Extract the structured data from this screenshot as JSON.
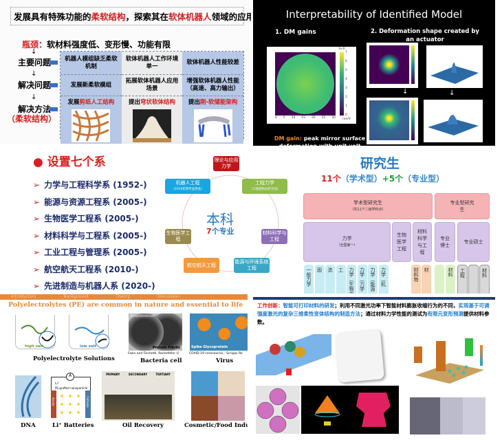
{
  "p1": {
    "title_parts": [
      "发展具有特殊功能的",
      "柔软结构",
      "，探索其在",
      "软体机器人",
      "领域的应用。"
    ],
    "bottleneck_label": "瓶颈：",
    "bottleneck_text": "软材料强度低、变形慢、功能有限",
    "rows": [
      "主要问题",
      "解决问题",
      "解决方法"
    ],
    "method_sub": "（柔软结构）",
    "problems": [
      "机器人模组缺乏柔软机制",
      "软体机器人工作环境单一",
      "软体机器人性能较差"
    ],
    "solutions": [
      "发展新柔软模组",
      "拓展软体机器人应用场景",
      "增强软体机器人性能（高速、高力输出）"
    ],
    "methods": [
      {
        "pre": "发展",
        "hl": "剪纸人工结构"
      },
      {
        "pre": "提出",
        "hl": "穹状软体结构"
      },
      {
        "pre": "提出",
        "hl": "刚-软储能架构"
      }
    ]
  },
  "p2": {
    "title": "Interpretability of Identified Model",
    "sub1": "1.  DM gains",
    "sub2": "2.   Deformation shape created by an actuator",
    "unit": "nm/V",
    "scale": "1e-9",
    "colorbar_ticks": [
      "7",
      "6",
      "5",
      "4",
      "3",
      "2",
      "1",
      "0"
    ],
    "axis_ticks": [
      "0",
      "5",
      "10",
      "15",
      "20",
      "25",
      "30"
    ],
    "caption_hl": "DM gain:",
    "caption": " peak mirror surface deformation with unit volt command"
  },
  "p3": {
    "heading": "设置七个系",
    "departments": [
      "力学与工程科学系 (1952-)",
      "能源与资源工程系 (2005-)",
      "生物医学工程系 (2005-)",
      "材料科学与工程系 (2005-)",
      "工业工程与管理系 (2005-)",
      "航空航天工程系 (2010-)",
      "先进制造与机器人系 (2020-)"
    ],
    "center_title": "本科",
    "center_num": "7",
    "center_sub": "个专业",
    "majors": [
      {
        "name": "理论与应用力学",
        "note": "",
        "color": "#c0161b"
      },
      {
        "name": "工程力学",
        "note": "（工程结构分析方向）",
        "color": "#8fbc4a"
      },
      {
        "name": "材料科学与工程",
        "note": "",
        "color": "#8e6fb5"
      },
      {
        "name": "能源与环境系统工程",
        "note": "",
        "color": "#3aa7c6"
      },
      {
        "name": "航空航天工程",
        "note": "",
        "color": "#f39a3e"
      },
      {
        "name": "生物医学工程",
        "note": "",
        "color": "#9a8a4e"
      },
      {
        "name": "机器人工程",
        "note": "（2019年原专业改名）",
        "color": "#17a6e0"
      }
    ]
  },
  "p4": {
    "heading": "研究生",
    "sub_a": "11个",
    "sub_b": "（学术型）",
    "sub_c": "+5个",
    "sub_d": "（专业型）",
    "academic": "学术型研究生",
    "academic_note": "（共11个二级学科点）",
    "professional": "专业型研究生",
    "mech": "力学",
    "mech_note": "（全国第一）",
    "bio": "生物医学工程",
    "mat": "材料科学与工程",
    "prof_phd": "专业博士",
    "prof_master": "专业硕士",
    "sub_cols": [
      "一般力学",
      "固",
      "流",
      "工",
      "力学（生物力",
      "力学（力学",
      "力学（能源",
      "力学（机"
    ],
    "mat_cols": [
      "材料物",
      "材"
    ],
    "prof_cols": [
      "",
      "材料"
    ],
    "master_cols": [
      "工程",
      "",
      "材料"
    ]
  },
  "p5": {
    "nav": [
      "Introduction",
      "Background",
      "Theory",
      "Discussion"
    ],
    "heading": "Polyelectrolytes (PE) are common in nature and essential to life",
    "high_salt": "high salt",
    "low_salt": "low salt",
    "labels": [
      "Polyelectrolyte Solutions",
      "Bacteria cell",
      "Virus",
      "DNA",
      "Li⁺ Batteries",
      "Oil Recovery",
      "Cosmetic/Food Industry"
    ],
    "bacteria_tag": "Streptococcus",
    "fibril": "Protein Fibrils",
    "bacteria_credit": "Fazio and Fischetti, Rockefeller U",
    "virus_tag": "Spike Glycoprotein",
    "virus_credit": "COVID-19 coronavirus - Scripps Re",
    "li_legend": "Li⁺",
    "np_legend": "PE-grafted nanoparticle",
    "anode": "Anode",
    "cathode": "Cathode",
    "meter": "A",
    "oil_stages": [
      "PRIMARY",
      "SECONDARY",
      "TERTIARY"
    ]
  },
  "p6": {
    "label": "工作创新：",
    "hl1": "智能可打印材料的研发",
    "t1": "；利用不同激光功率下智能材料膨胀收缩行为的不同，",
    "hl2": "实现基于可调强度激光的复杂三维柔性变体结构的制造方法",
    "t2": "；通过材料力学性能的测试为",
    "hl3": "有限元变形预测",
    "t3": "提供材料参数。"
  }
}
